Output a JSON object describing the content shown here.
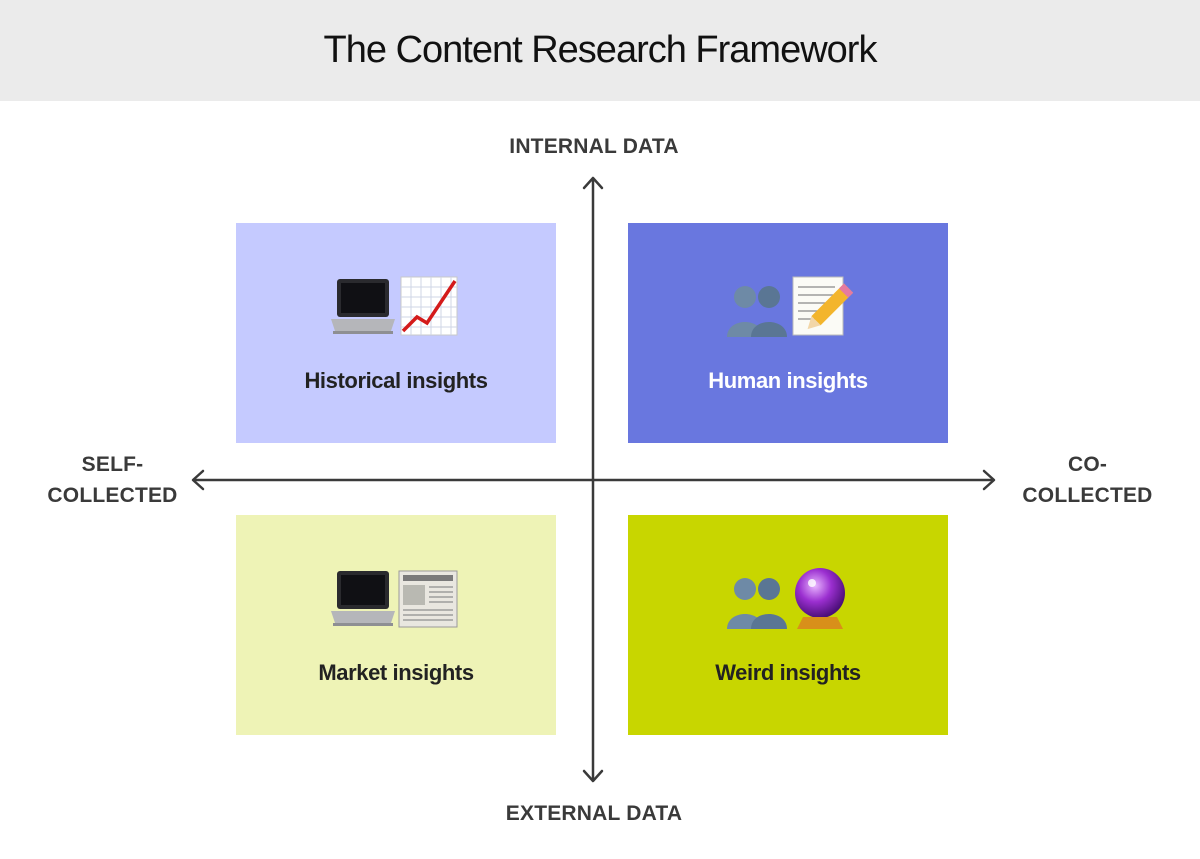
{
  "title": "The Content Research Framework",
  "axes": {
    "top": "INTERNAL DATA",
    "bottom": "EXTERNAL DATA",
    "left": "SELF-\nCOLLECTED",
    "right": "CO-\nCOLLECTED"
  },
  "quadrants": {
    "top_left": {
      "label": "Historical insights",
      "icons": [
        "laptop-icon",
        "chart-increasing-icon"
      ],
      "color": "#c5caff"
    },
    "top_right": {
      "label": "Human insights",
      "icons": [
        "people-silhouette-icon",
        "memo-pencil-icon"
      ],
      "color": "#6977df"
    },
    "bottom_left": {
      "label": "Market insights",
      "icons": [
        "laptop-icon",
        "newspaper-icon"
      ],
      "color": "#eef3b6"
    },
    "bottom_right": {
      "label": "Weird insights",
      "icons": [
        "people-silhouette-icon",
        "crystal-ball-icon"
      ],
      "color": "#c8d600"
    }
  }
}
